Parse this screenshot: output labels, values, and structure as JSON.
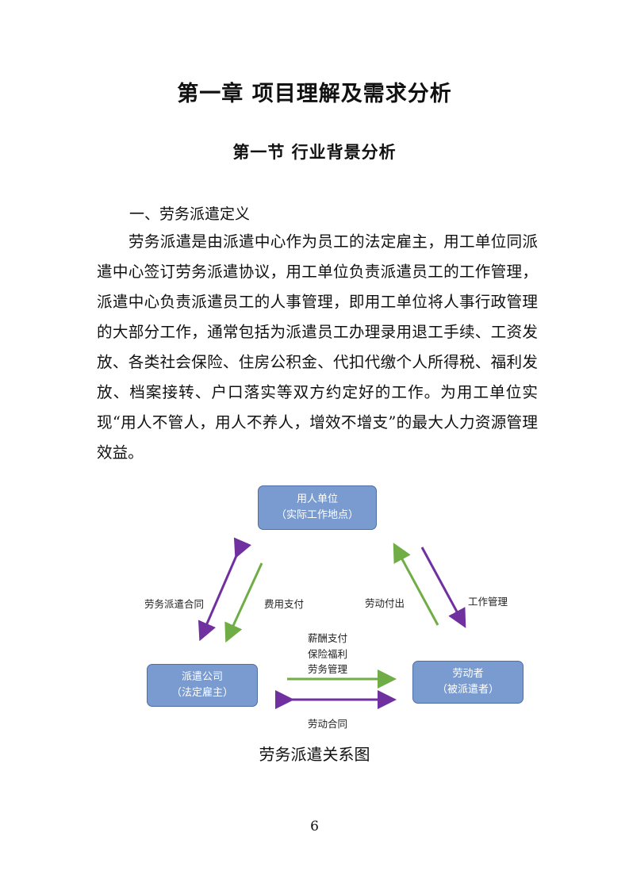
{
  "chapter_title": "第一章  项目理解及需求分析",
  "section_title": "第一节  行业背景分析",
  "heading": "一、劳务派遣定义",
  "paragraph": "劳务派遣是由派遣中心作为员工的法定雇主，用工单位同派遣中心签订劳务派遣协议，用工单位负责派遣员工的工作管理，派遣中心负责派遣员工的人事管理，即用工单位将人事行政管理的大部分工作，通常包括为派遣员工办理录用退工手续、工资发放、各类社会保险、住房公积金、代扣代缴个人所得税、福利发放、档案接转、户口落实等双方约定好的工作。为用工单位实现“用人不管人，用人不养人，增效不增支”的最大人力资源管理效益。",
  "diagram": {
    "top_box": {
      "line1": "用人单位",
      "line2": "（实际工作地点）"
    },
    "left_box": {
      "line1": "派遣公司",
      "line2": "（法定雇主）"
    },
    "right_box": {
      "line1": "劳动者",
      "line2": "（被派遣者）"
    },
    "labels": {
      "labor_dispatch_contract": "劳务派遣合同",
      "fee_payment": "费用支付",
      "labor_output": "劳动付出",
      "work_management": "工作管理",
      "salary_payment": "薪酬支付",
      "insurance_welfare": "保险福利",
      "labor_management": "劳务管理",
      "labor_contract": "劳动合同"
    },
    "colors": {
      "purple": "#7030a0",
      "green": "#70ad47",
      "box_fill": "#7a9bd0"
    }
  },
  "caption": "劳务派遣关系图",
  "page_number": "6"
}
